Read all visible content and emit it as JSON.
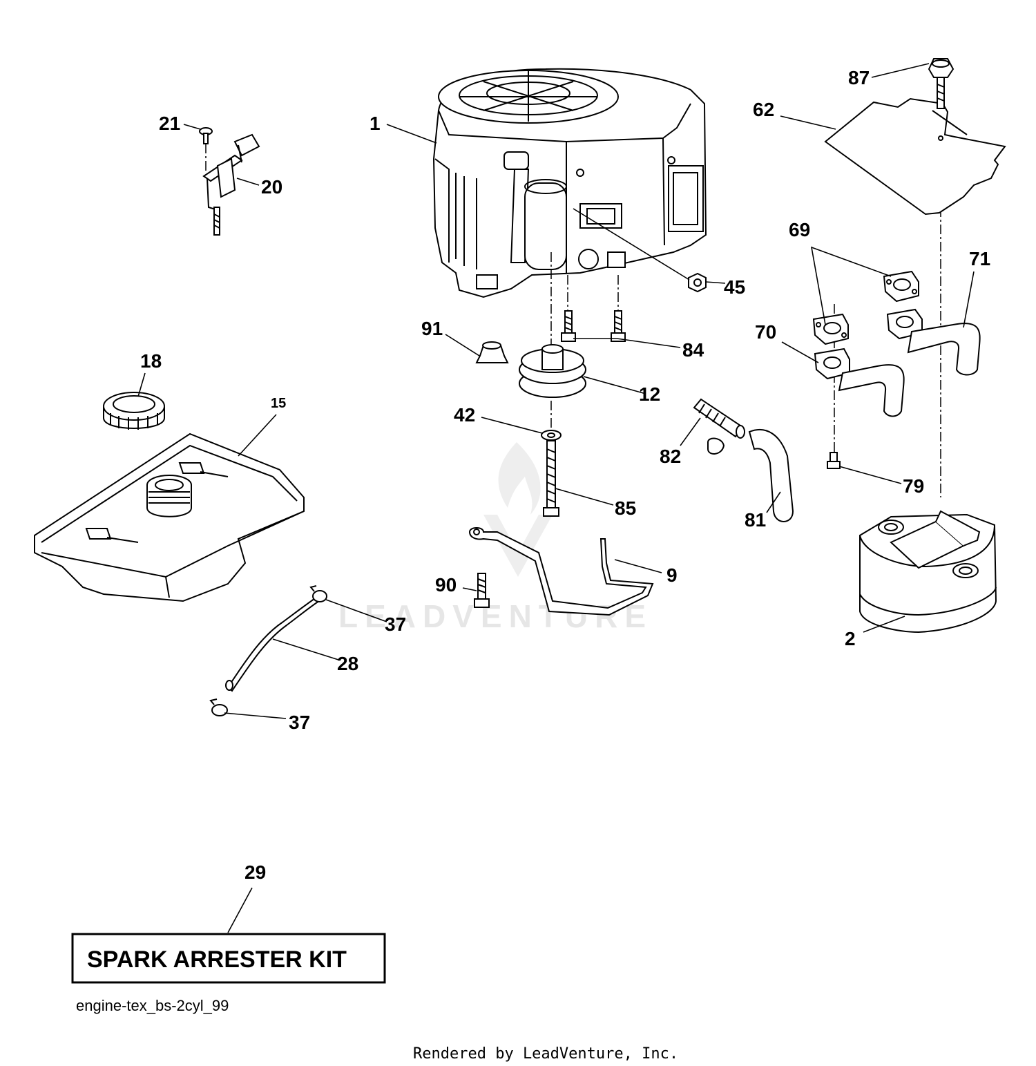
{
  "labels": {
    "p1": "1",
    "p2": "2",
    "p9": "9",
    "p12": "12",
    "p15": "15",
    "p18": "18",
    "p20": "20",
    "p21": "21",
    "p28": "28",
    "p29": "29",
    "p37a": "37",
    "p37b": "37",
    "p42": "42",
    "p45": "45",
    "p62": "62",
    "p69": "69",
    "p70": "70",
    "p71": "71",
    "p79": "79",
    "p81": "81",
    "p82": "82",
    "p84": "84",
    "p85": "85",
    "p87": "87",
    "p90": "90",
    "p91": "91"
  },
  "kit_box": "SPARK ARRESTER KIT",
  "diagram_code": "engine-tex_bs-2cyl_99",
  "footer": "Rendered by LeadVenture, Inc.",
  "watermark": "LEADVENTURE"
}
